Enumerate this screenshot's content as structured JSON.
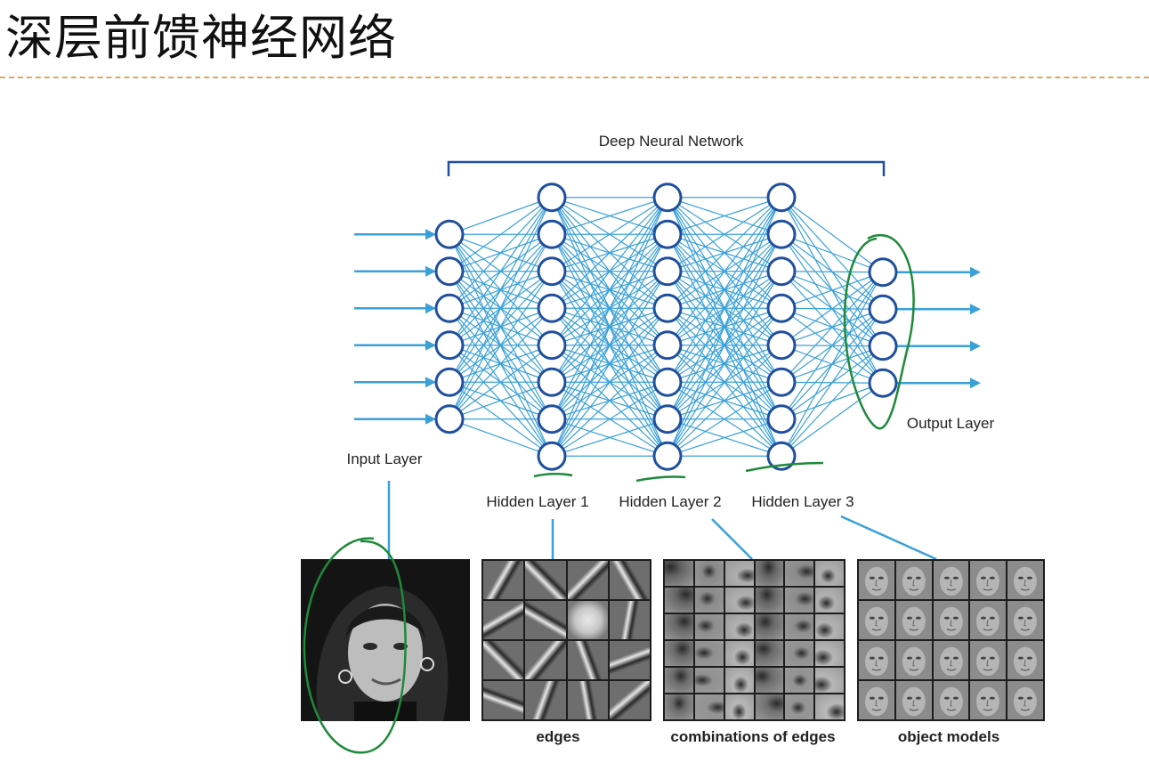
{
  "slide": {
    "title": "深层前馈神经网络"
  },
  "network": {
    "header": "Deep Neural Network",
    "input_label": "Input Layer",
    "output_label": "Output Layer",
    "hidden_labels": [
      "Hidden Layer 1",
      "Hidden Layer 2",
      "Hidden Layer 3"
    ],
    "layer_sizes": [
      6,
      8,
      8,
      8,
      4
    ],
    "colors": {
      "node": "#1f4f9e",
      "edge": "#3aa0d8",
      "annotation": "#1e8a3a"
    }
  },
  "panels": {
    "captions": [
      "edges",
      "combinations of edges",
      "object models"
    ]
  }
}
